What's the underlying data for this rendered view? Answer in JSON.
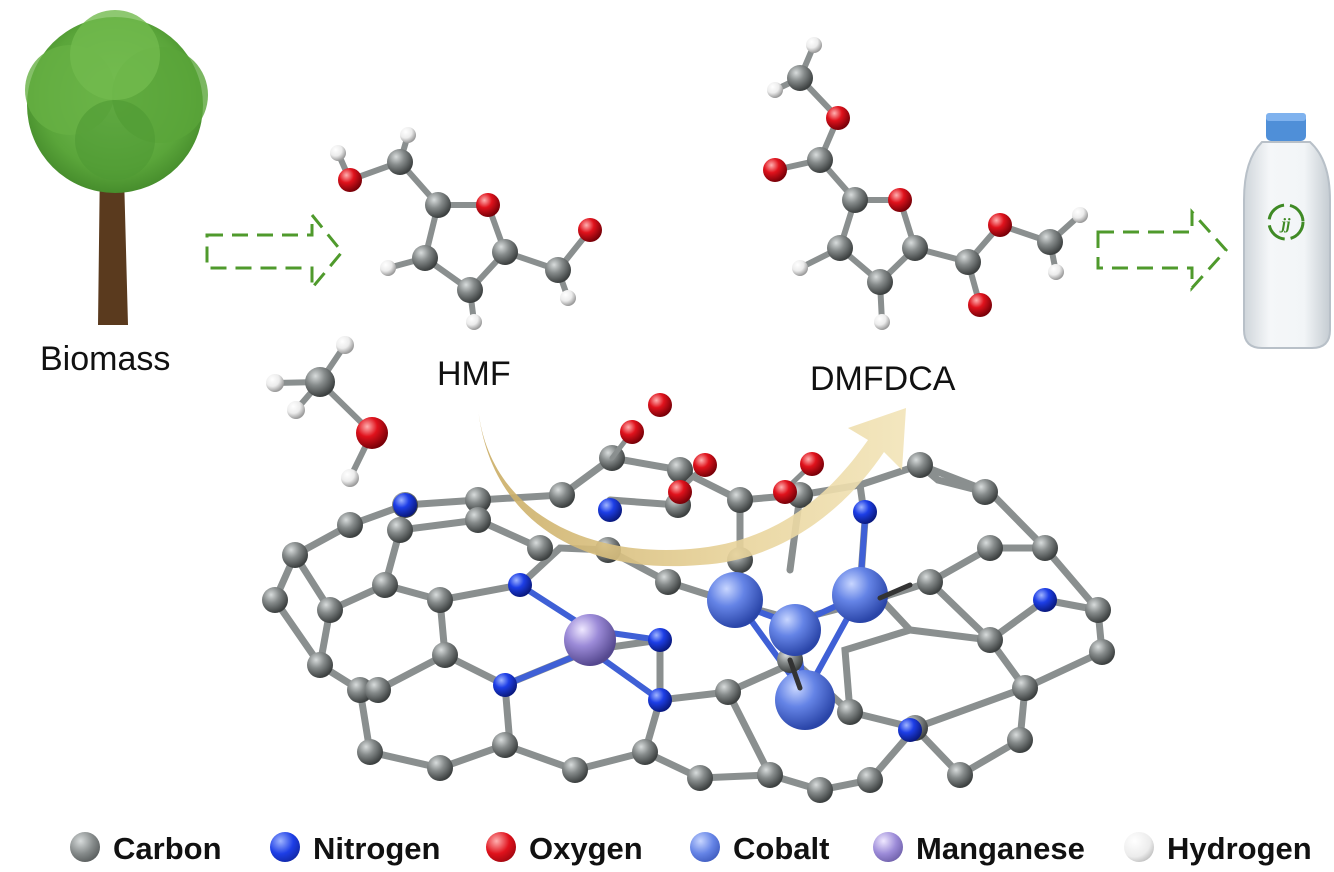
{
  "labels": {
    "biomass": "Biomass",
    "hmf": "HMF",
    "dmfdca": "DMFDCA"
  },
  "colors": {
    "carbon": "#7c8080",
    "nitrogen": "#1b3fe0",
    "oxygen": "#e0141e",
    "cobalt": "#5f7fe0",
    "manganese": "#9a88d8",
    "hydrogen": "#e8e8e8",
    "arrow_dashed": "#4f9a2c",
    "curved_arrow": "#d9be7a"
  },
  "legend": [
    {
      "key": "carbon",
      "label": "Carbon"
    },
    {
      "key": "nitrogen",
      "label": "Nitrogen"
    },
    {
      "key": "oxygen",
      "label": "Oxygen"
    },
    {
      "key": "cobalt",
      "label": "Cobalt"
    },
    {
      "key": "manganese",
      "label": "Manganese"
    },
    {
      "key": "hydrogen",
      "label": "Hydrogen"
    }
  ]
}
